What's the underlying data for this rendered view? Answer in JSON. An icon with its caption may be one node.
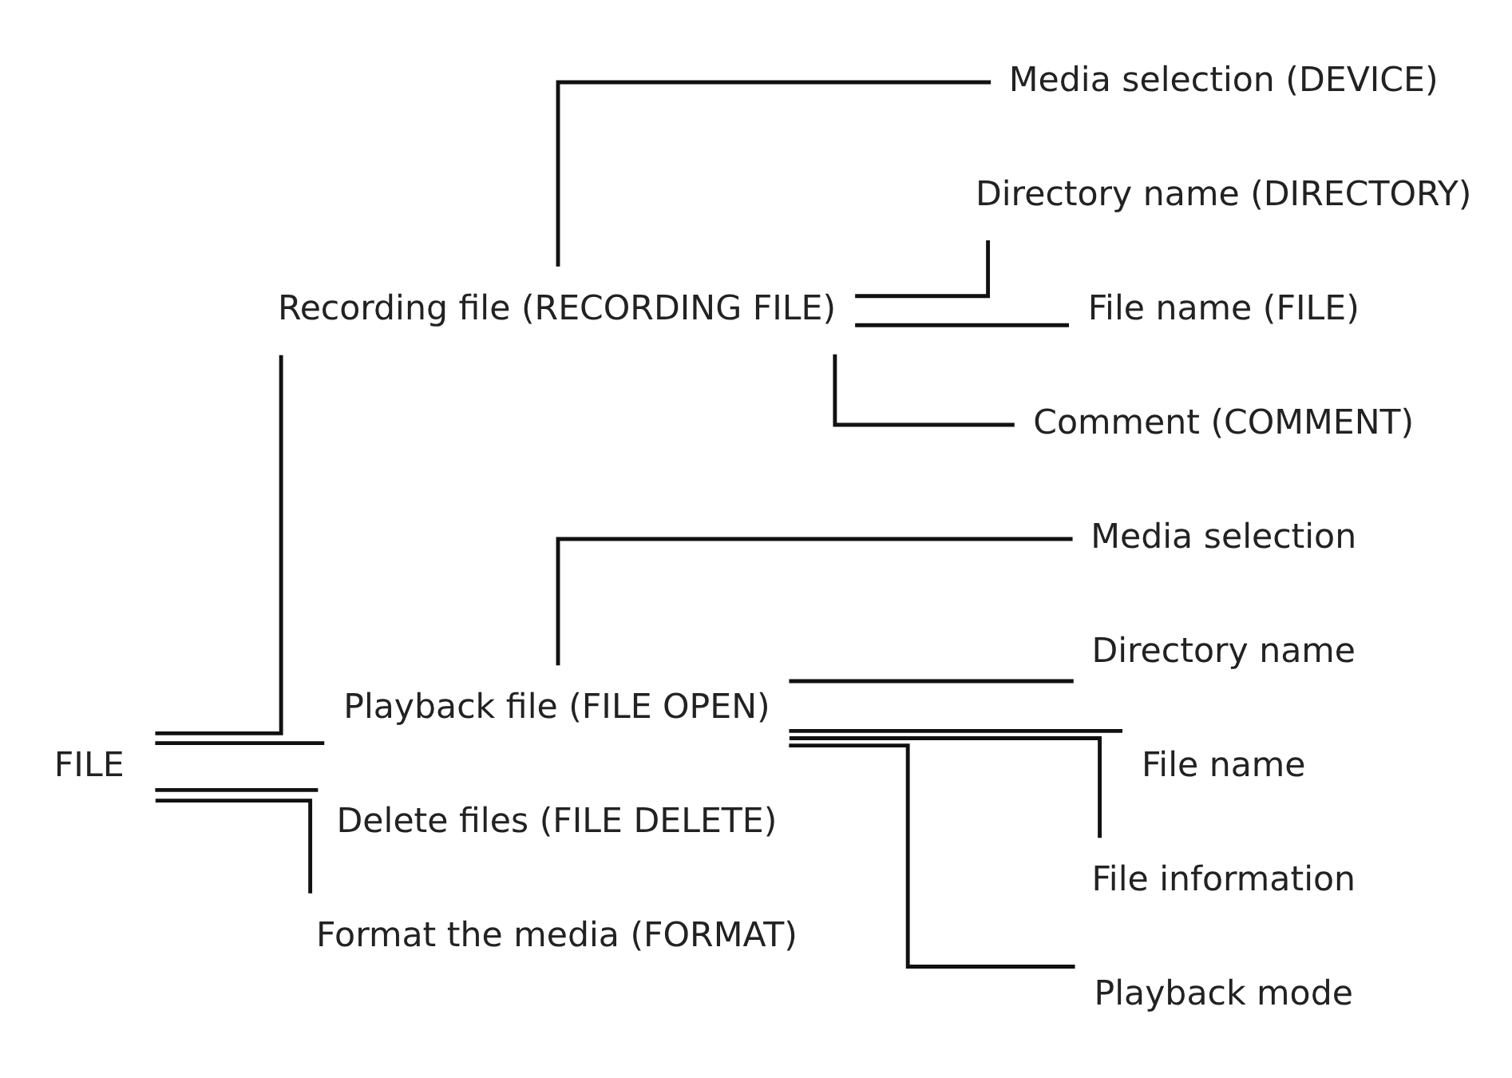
{
  "diagram": {
    "nodes": [
      {
        "text": [
          "FILE"
        ]
      },
      {
        "text": [
          "Recording file (RECORDING FILE)"
        ]
      },
      {
        "text": [
          "Media selection (DEVICE)"
        ]
      },
      {
        "text": [
          "Directory name (DIRECTORY)"
        ]
      },
      {
        "text": [
          "File name (FILE)"
        ]
      },
      {
        "text": [
          "Comment (COMMENT)"
        ]
      },
      {
        "text": [
          "Playback file (FILE OPEN)"
        ]
      },
      {
        "text": [
          "Media selection"
        ]
      },
      {
        "text": [
          "Directory name"
        ]
      },
      {
        "text": [
          "File name"
        ]
      },
      {
        "text": [
          "File information"
        ]
      },
      {
        "text": [
          "Playback mode"
        ]
      },
      {
        "text": [
          "Delete files (FILE DELETE)"
        ]
      },
      {
        "text": [
          "Format the media (FORMAT)"
        ]
      }
    ],
    "edges": [
      {
        "from": 0,
        "to": 1,
        "arrow": "none"
      },
      {
        "from": 0,
        "to": 6,
        "arrow": "none"
      },
      {
        "from": 0,
        "to": 12,
        "arrow": "none"
      },
      {
        "from": 0,
        "to": 13,
        "arrow": "none"
      },
      {
        "from": 1,
        "to": 2,
        "arrow": "none"
      },
      {
        "from": 1,
        "to": 3,
        "arrow": "none"
      },
      {
        "from": 1,
        "to": 4,
        "arrow": "none"
      },
      {
        "from": 1,
        "to": 5,
        "arrow": "none"
      },
      {
        "from": 6,
        "to": 7,
        "arrow": "none"
      },
      {
        "from": 6,
        "to": 8,
        "arrow": "none"
      },
      {
        "from": 6,
        "to": 9,
        "arrow": "none"
      },
      {
        "from": 6,
        "to": 10,
        "arrow": "none"
      },
      {
        "from": 6,
        "to": 11,
        "arrow": "none"
      }
    ]
  }
}
